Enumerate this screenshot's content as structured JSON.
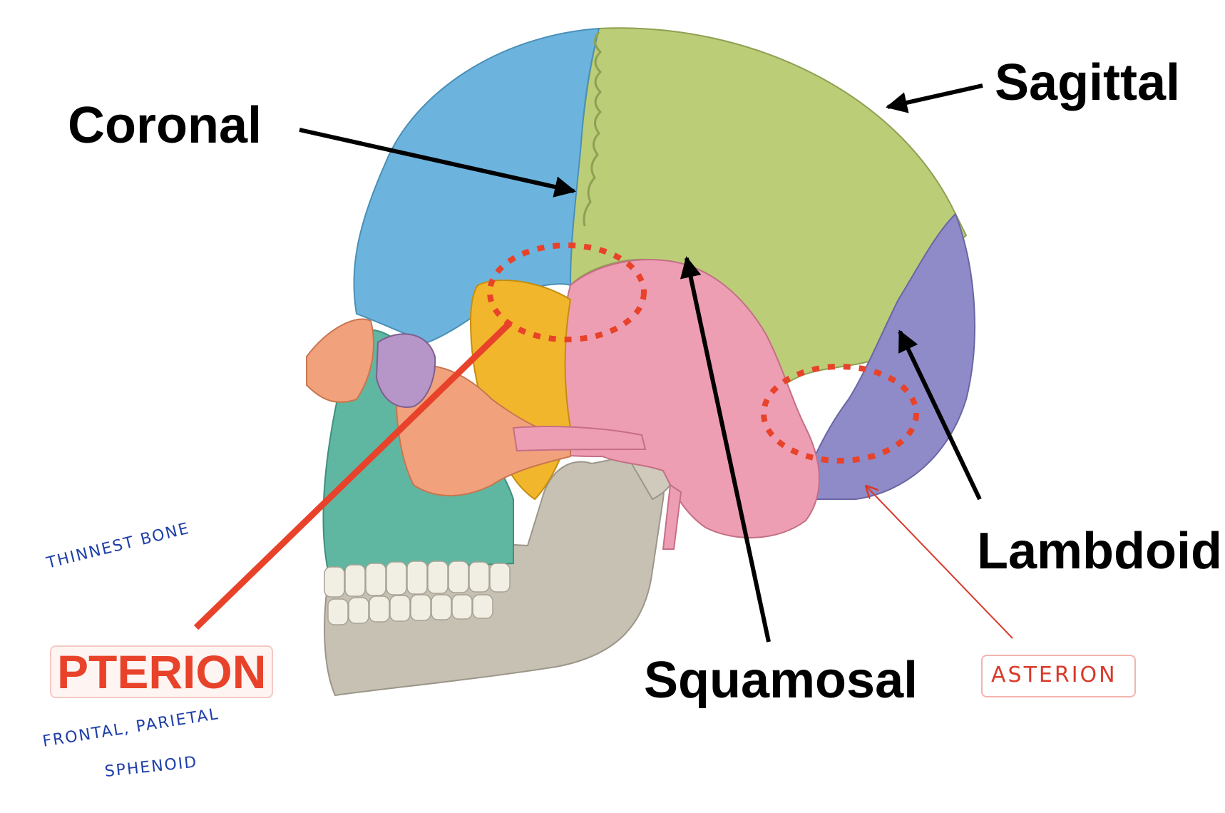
{
  "labels": {
    "coronal": "Coronal",
    "sagittal": "Sagittal",
    "lambdoid": "Lambdoid",
    "squamosal": "Squamosal",
    "pterion": "PTERION",
    "asterion": "ASTERION"
  },
  "notes": {
    "thinnest": "THINNEST BONE",
    "frontal_parietal": "FRONTAL, PARIETAL",
    "sphenoid": "SPHENOID"
  },
  "colors": {
    "frontal": "#6cb4dd",
    "parietal": "#bccd78",
    "temporal": "#ee9eb3",
    "occipital": "#8f8bc8",
    "sphenoid": "#f2b62c",
    "zygomatic": "#f1a27c",
    "maxilla": "#5fb7a2",
    "mandible": "#c6c1b2",
    "pterion_marker": "#e8432a",
    "annotation_ink": "#1f3fa8"
  }
}
